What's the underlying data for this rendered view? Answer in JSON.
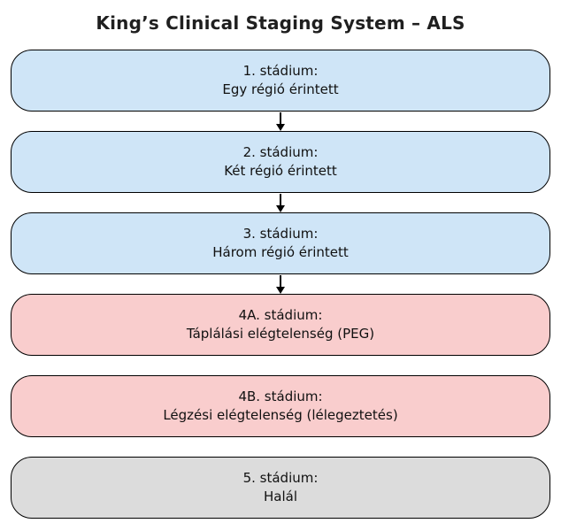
{
  "title": "King’s Clinical Staging System – ALS",
  "colors": {
    "stage_early": "#cfe5f7",
    "stage_late": "#f9cdcd",
    "stage_final": "#dcdcdc"
  },
  "stages": [
    {
      "title": "1. stádium:",
      "description": "Egy régió érintett"
    },
    {
      "title": "2. stádium:",
      "description": "Két régió érintett"
    },
    {
      "title": "3. stádium:",
      "description": "Három régió érintett"
    },
    {
      "title": "4A. stádium:",
      "description": "Táplálási elégtelenség (PEG)"
    },
    {
      "title": "4B. stádium:",
      "description": "Légzési elégtelenség (lélegeztetés)"
    },
    {
      "title": "5. stádium:",
      "description": "Halál"
    }
  ]
}
